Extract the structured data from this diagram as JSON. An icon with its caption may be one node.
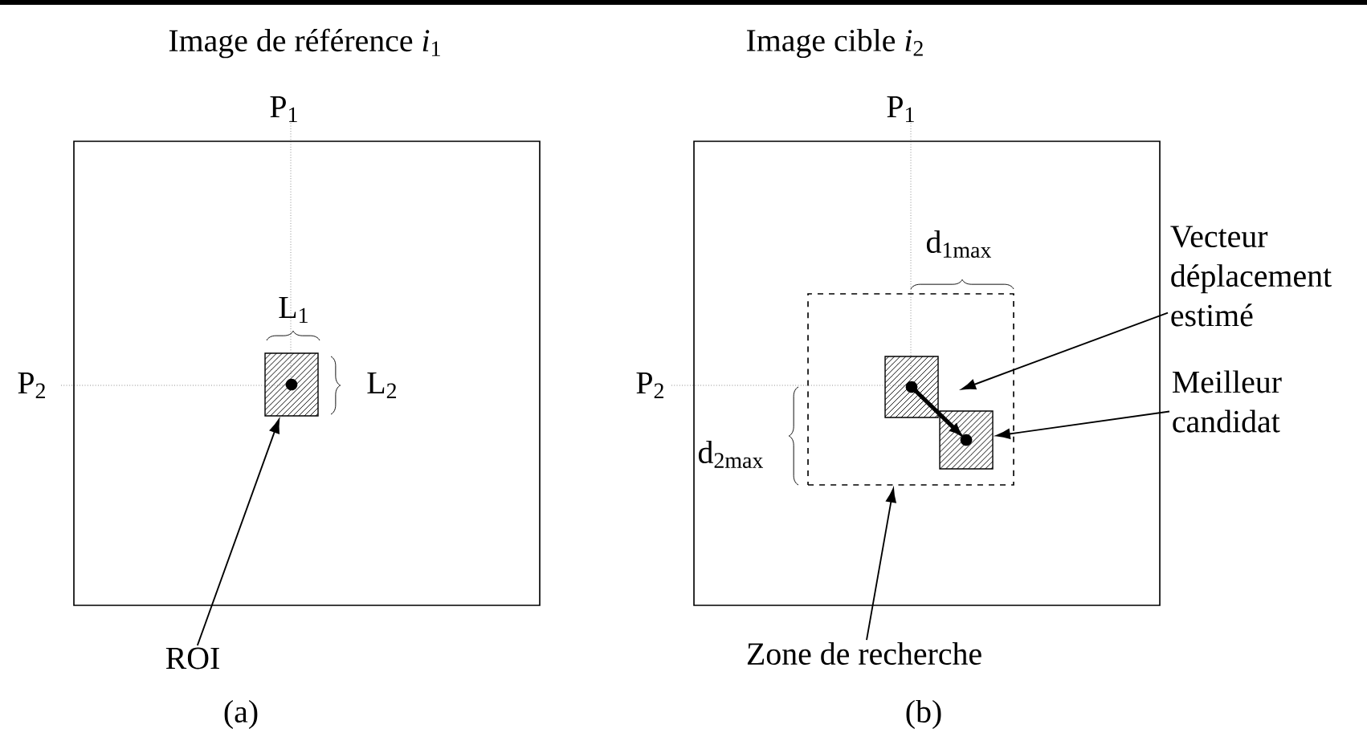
{
  "diagram": {
    "nodes": [
      {
        "text": [
          "Image de référence *i*$_{1}$"
        ]
      },
      {
        "text": [],
        "shape": "box",
        "in": 0
      },
      {
        "text": [
          "ROI"
        ]
      },
      {
        "text": [
          "Image cible *i*$_{2}$"
        ]
      },
      {
        "text": [],
        "shape": "box",
        "in": 3
      },
      {
        "text": [],
        "shape": "box",
        "in": 4
      },
      {
        "text": [],
        "shape": "box",
        "in": 4
      },
      {
        "text": [
          "Vecteur déplacement estimé"
        ]
      },
      {
        "text": [
          "Meilleur candidat"
        ]
      },
      {
        "text": [
          "Zone de recherche"
        ]
      }
    ],
    "edges": [
      {
        "from": 2,
        "to": 1,
        "arrow": "to"
      },
      {
        "from": 5,
        "to": 6,
        "arrow": "to",
        "style": "thick"
      },
      {
        "from": 7,
        "to": null,
        "arrow": "to"
      },
      {
        "from": 8,
        "to": 6,
        "arrow": "to"
      },
      {
        "from": 9,
        "to": 4,
        "arrow": "to"
      }
    ],
    "labels": [
      "P$_{1}$",
      "L$_{1}$",
      "P$_{2}$",
      "L$_{2}$",
      "(a)",
      "P$_{1}$",
      "d$_{1max}$",
      "P$_{2}$",
      "d$_{2max}$",
      "(b)"
    ]
  }
}
